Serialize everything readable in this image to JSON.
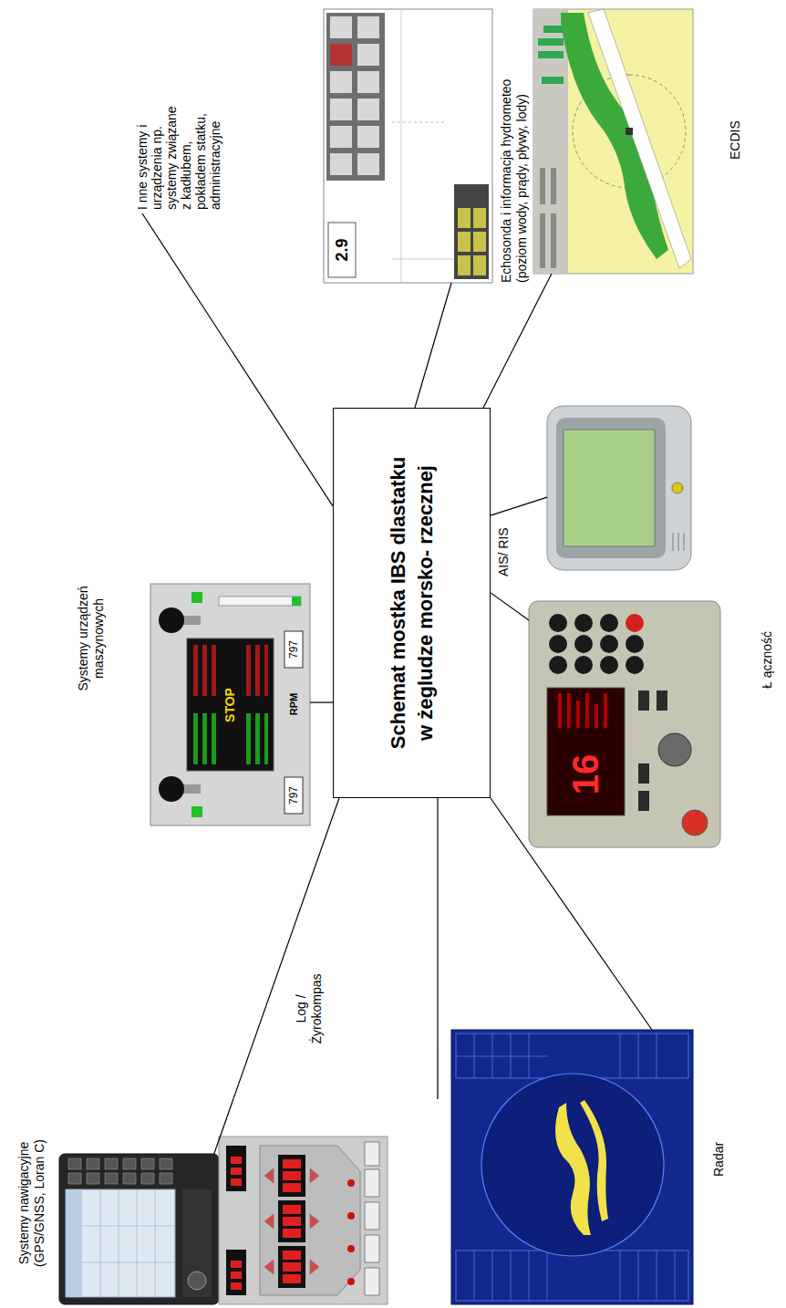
{
  "diagram": {
    "nodes": [
      {
        "text": [
          "Schemat mostka IBS dlastatku w żegludze morsko- rzecznej"
        ]
      },
      {
        "text": [
          "Systemy nawigacyjne (GPS/GNSS, Loran C)"
        ]
      },
      {
        "text": [
          "Log / Żyrokompas"
        ]
      },
      {
        "text": [
          "Radar"
        ]
      },
      {
        "text": [
          "Ł ączność"
        ]
      },
      {
        "text": [
          "AIS/ RIS"
        ]
      },
      {
        "text": [
          "ECDIS"
        ]
      },
      {
        "text": [
          "Echosonda i informacja hydrometeo (poziom wody, prądy, pływy, lody)"
        ]
      },
      {
        "text": [
          "I nne systemy i urządzenia np. systemy związane z kadłubem, pokładem statku, administracyjne"
        ]
      },
      {
        "text": [
          "Systemy urządzeń maszynowych"
        ]
      }
    ],
    "edges": [
      {
        "from": 0,
        "to": 1,
        "arrow": "none"
      },
      {
        "from": 0,
        "to": 2,
        "arrow": "none"
      },
      {
        "from": 0,
        "to": 3,
        "arrow": "none"
      },
      {
        "from": 0,
        "to": 4,
        "arrow": "none"
      },
      {
        "from": 0,
        "to": 5,
        "arrow": "none"
      },
      {
        "from": 0,
        "to": 6,
        "arrow": "none"
      },
      {
        "from": 0,
        "to": 7,
        "arrow": "none"
      },
      {
        "from": 0,
        "to": 8,
        "arrow": "none"
      },
      {
        "from": 0,
        "to": 9,
        "arrow": "none"
      }
    ],
    "labels": [
      "797",
      "RPM",
      "797",
      "STOP",
      "16",
      "2.9"
    ]
  }
}
